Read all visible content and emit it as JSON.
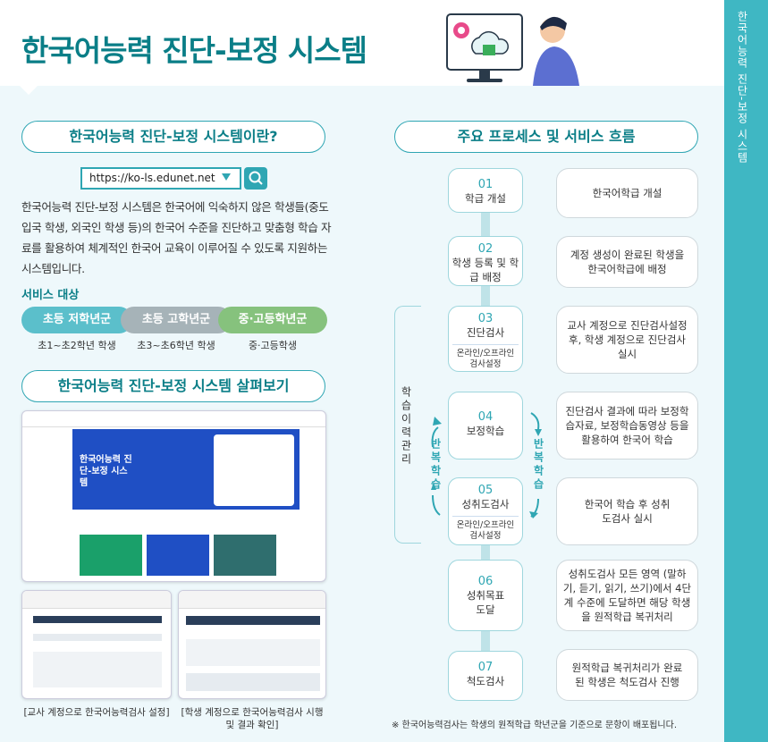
{
  "header": {
    "title": "한국어능력 진단-보정 시스템"
  },
  "side_label": "한국어능력 진단-보정 시스템",
  "intro": {
    "heading": "한국어능력 진단-보정 시스템이란?",
    "url": "https://ko-ls.edunet.net",
    "description": "한국어능력 진단-보정 시스템은 한국어에 익숙하지 않은 학생들(중도입국 학생, 외국인 학생 등)의 한국어 수준을 진단하고 맞춤형 학습 자료를 활용하여 체계적인 한국어 교육이 이루어질 수 있도록 지원하는 시스템입니다."
  },
  "service": {
    "title": "서비스 대상",
    "targets": [
      {
        "label": "초등 저학년군",
        "sub": "초1~초2학년 학생",
        "color": "#5bbfcb"
      },
      {
        "label": "초등 고학년군",
        "sub": "초3~초6학년 학생",
        "color": "#a6b3b8"
      },
      {
        "label": "중·고등학년군",
        "sub": "중·고등학생",
        "color": "#86c27d"
      }
    ]
  },
  "preview": {
    "heading": "한국어능력 진단-보정 시스템 살펴보기",
    "main_banner": "한국어능력 진단-보정 시스템",
    "caption_left": "[교사 계정으로 한국어능력검사 설정]",
    "caption_right_1": "[학생 계정으로 한국어능력검사 시행",
    "caption_right_2": "및 결과 확인]"
  },
  "process": {
    "heading": "주요 프로세스 및 서비스 흐름",
    "repeat_label": "반복학습",
    "record_label": "학습이력관리",
    "steps": [
      {
        "num": "01",
        "name": "학급 개설",
        "sub": "",
        "desc": "한국어학급 개설"
      },
      {
        "num": "02",
        "name": "학생 등록 및 학급 배정",
        "sub": "",
        "desc": "계정 생성이 완료된 학생을 한국어학급에 배정"
      },
      {
        "num": "03",
        "name": "진단검사",
        "sub": "온라인/오프라인 검사설정",
        "desc": "교사 계정으로 진단검사설정 후, 학생 계정으로 진단검사 실시"
      },
      {
        "num": "04",
        "name": "보정학습",
        "sub": "",
        "desc": "진단검사 결과에 따라 보정학습자료, 보정학습동영상 등을 활용하여 한국어 학습"
      },
      {
        "num": "05",
        "name": "성취도검사",
        "sub": "온라인/오프라인 검사설정",
        "desc": "한국어 학습 후 성취도검사 실시"
      },
      {
        "num": "06",
        "name": "성취목표 도달",
        "sub": "",
        "desc": "성취도검사 모든 영역 (말하기, 듣기, 읽기, 쓰기)에서 4단계 수준에 도달하면 해당 학생을 원적학급 복귀처리"
      },
      {
        "num": "07",
        "name": "척도검사",
        "sub": "",
        "desc": "원적학급 복귀처리가 완료된 학생은 척도검사 진행"
      }
    ],
    "note": "※ 한국어능력검사는 학생의 원적학급 학년군을 기준으로 문항이 배포됩니다."
  }
}
